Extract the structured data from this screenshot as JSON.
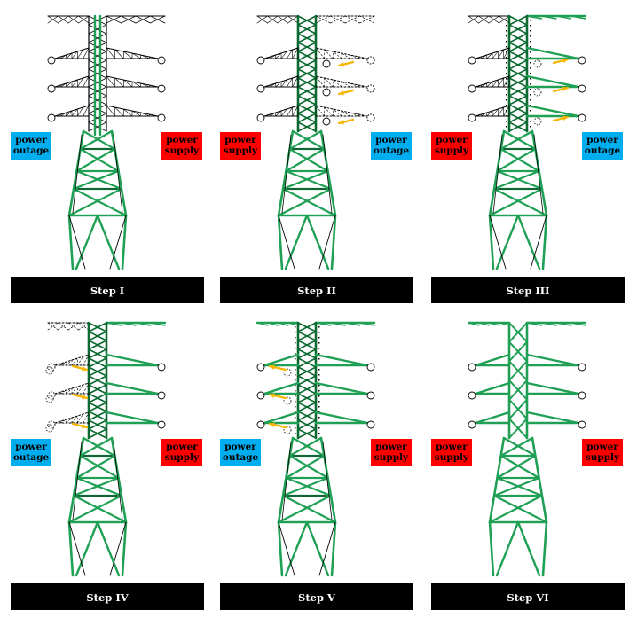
{
  "colors": {
    "green": "#1fa055",
    "dark_green": "#0b6a31",
    "black": "#000000",
    "orange": "#f7b500",
    "outage_bg": "#00aeef",
    "supply_bg": "#ff0000",
    "step_bar": "#000000"
  },
  "labels": {
    "power_outage": [
      "power",
      "outage"
    ],
    "power_supply": [
      "power",
      "supply"
    ]
  },
  "steps": [
    {
      "title": "Step I",
      "left": "power_outage",
      "right": "power_supply"
    },
    {
      "title": "Step II",
      "left": "power_supply",
      "right": "power_outage"
    },
    {
      "title": "Step III",
      "left": "power_supply",
      "right": "power_outage"
    },
    {
      "title": "Step IV",
      "left": "power_outage",
      "right": "power_supply"
    },
    {
      "title": "Step V",
      "left": "power_outage",
      "right": "power_supply"
    },
    {
      "title": "Step VI",
      "left": "power_supply",
      "right": "power_supply"
    }
  ]
}
